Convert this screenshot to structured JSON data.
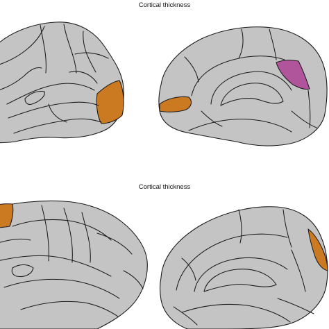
{
  "titles": {
    "top": "Cortical thickness",
    "bottom": "Cortical thickness"
  },
  "colors": {
    "background": "#ffffff",
    "cortex": "#c4c4c4",
    "outline": "#1a1a1a",
    "highlight_orange": "#cc7a22",
    "highlight_purple": "#b0559c"
  },
  "panels": [
    {
      "row": "top",
      "view": "lateral",
      "highlighted_regions": [
        "occipital pole (orange)"
      ]
    },
    {
      "row": "top",
      "view": "medial",
      "highlighted_regions": [
        "posterior frontal pole (orange)",
        "cingulate/paracentral (purple)"
      ]
    },
    {
      "row": "bottom",
      "view": "lateral",
      "highlighted_regions": [
        "frontal pole (orange)"
      ]
    },
    {
      "row": "bottom",
      "view": "medial",
      "highlighted_regions": [
        "occipital (orange)"
      ]
    }
  ]
}
